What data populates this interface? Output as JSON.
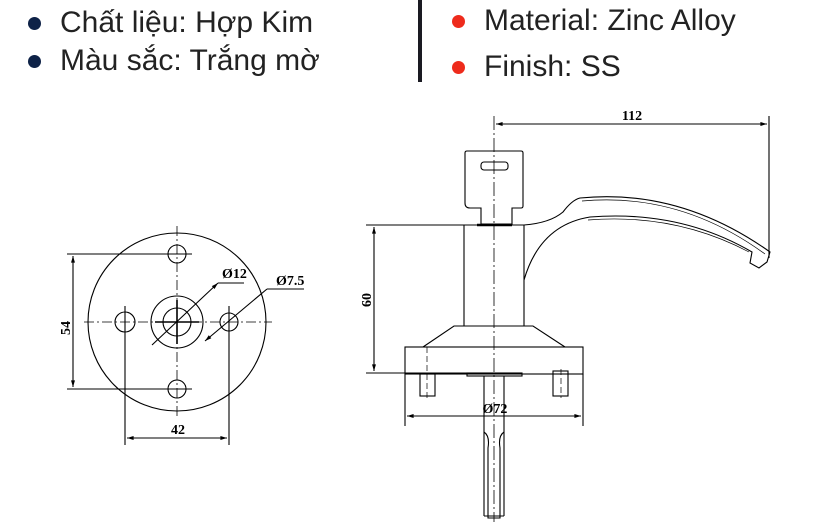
{
  "specs_vietnamese": {
    "bullet_color": "#0e2247",
    "items": [
      {
        "label": "Chất liệu: Hợp Kim"
      },
      {
        "label": "Màu sắc: Trắng mờ"
      }
    ]
  },
  "specs_english": {
    "bullet_color": "#ee2b1c",
    "items": [
      {
        "label": "Material: Zinc Alloy"
      },
      {
        "label": "Finish: SS"
      }
    ]
  },
  "drawing": {
    "base_plate_view": {
      "dimensions": {
        "height": "54",
        "width": "42",
        "center_bore": "Ø12",
        "mounting_hole": "Ø7.5"
      }
    },
    "side_view": {
      "dimensions": {
        "length": "112",
        "height": "60",
        "base_diameter": "Ø72"
      }
    }
  }
}
